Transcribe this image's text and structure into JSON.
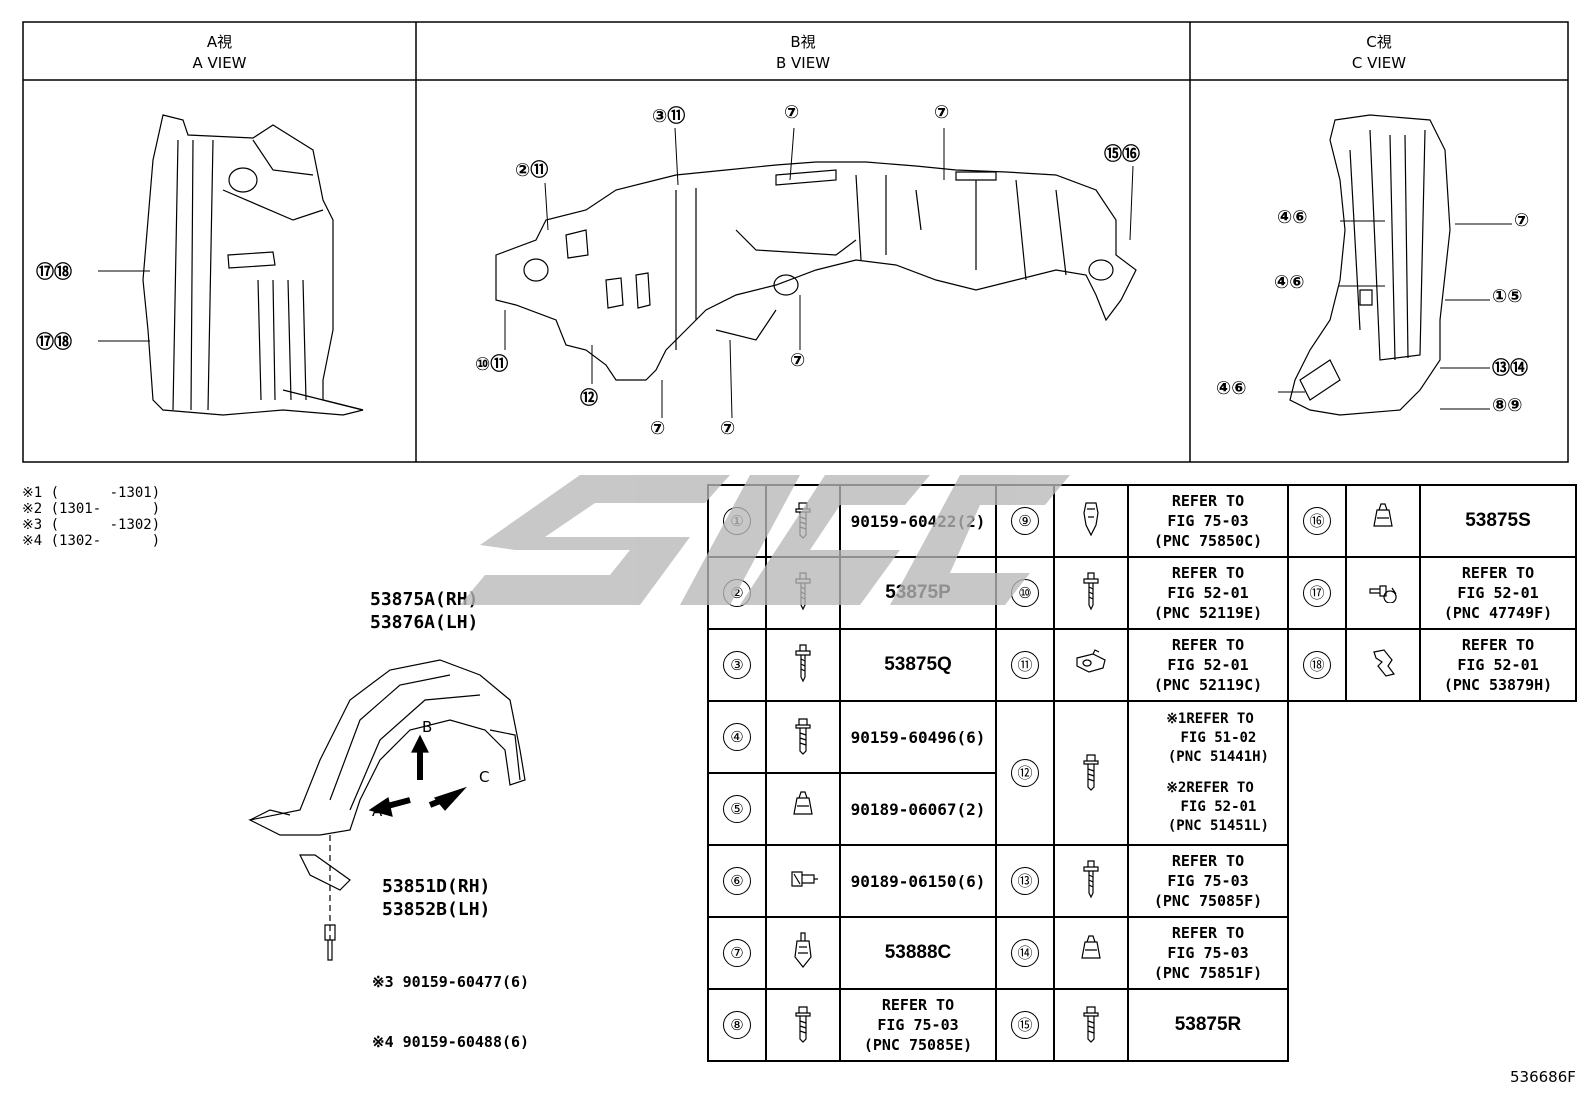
{
  "views": {
    "a": {
      "jp": "A視",
      "en": "A VIEW"
    },
    "b": {
      "jp": "B視",
      "en": "B VIEW"
    },
    "c": {
      "jp": "C視",
      "en": "C VIEW"
    }
  },
  "callouts_a": [
    "⑰⑱",
    "⑰⑱"
  ],
  "callouts_b": [
    "③⑪",
    "⑦",
    "⑦",
    "⑮⑯",
    "②⑪",
    "⑩⑪",
    "⑫",
    "⑦",
    "⑦",
    "⑦"
  ],
  "callouts_c": [
    "④⑥",
    "⑦",
    "④⑥",
    "①⑤",
    "⑬⑭",
    "④⑥",
    "⑧⑨"
  ],
  "notes": [
    "※1 (      -1301)",
    "※2 (1301-      )",
    "※3 (      -1302)",
    "※4 (1302-      )"
  ],
  "main_labels": {
    "liner_rh": "53875A(RH)",
    "liner_lh": "53876A(LH)",
    "seal_rh": "53851D(RH)",
    "seal_lh": "53852B(LH)",
    "bolt_3": "※3 90159-60477(6)",
    "bolt_4": "※4 90159-60488(6)",
    "arrow_a": "A",
    "arrow_b": "B",
    "arrow_c": "C"
  },
  "parts": [
    {
      "no": "①",
      "pn": "90159-60422(2)",
      "icon": "flange-bolt-icon"
    },
    {
      "no": "②",
      "pn": "53875P",
      "icon": "screw-icon"
    },
    {
      "no": "③",
      "pn": "53875Q",
      "icon": "screw-icon"
    },
    {
      "no": "④",
      "pn": "90159-60496(6)",
      "icon": "flange-bolt-icon"
    },
    {
      "no": "⑤",
      "pn": "90189-06067(2)",
      "icon": "nut-clip-icon"
    },
    {
      "no": "⑥",
      "pn": "90189-06150(6)",
      "icon": "grommet-icon"
    },
    {
      "no": "⑦",
      "pn": "53888C",
      "icon": "push-clip-icon"
    },
    {
      "no": "⑧",
      "ref": [
        "REFER TO",
        "FIG 75-03",
        "(PNC 75085E)"
      ],
      "icon": "flange-bolt-icon"
    },
    {
      "no": "⑨",
      "ref": [
        "REFER TO",
        "FIG 75-03",
        "(PNC 75850C)"
      ],
      "icon": "clip-icon"
    },
    {
      "no": "⑩",
      "ref": [
        "REFER TO",
        "FIG 52-01",
        "(PNC 52119E)"
      ],
      "icon": "screw-icon"
    },
    {
      "no": "⑪",
      "ref": [
        "REFER TO",
        "FIG 52-01",
        "(PNC 52119C)"
      ],
      "icon": "spring-nut-icon"
    },
    {
      "no": "⑫",
      "ref": [
        "※1REFER TO",
        "  FIG 51-02",
        "  (PNC 51441H)",
        "※2REFER TO",
        "  FIG 52-01",
        "  (PNC 51451L)"
      ],
      "icon": "flange-bolt-icon"
    },
    {
      "no": "⑬",
      "ref": [
        "REFER TO",
        "FIG 75-03",
        "(PNC 75085F)"
      ],
      "icon": "screw-icon"
    },
    {
      "no": "⑭",
      "ref": [
        "REFER TO",
        "FIG 75-03",
        "(PNC 75851F)"
      ],
      "icon": "nut-clip-icon"
    },
    {
      "no": "⑮",
      "pn": "53875R",
      "icon": "flange-bolt-icon"
    },
    {
      "no": "⑯",
      "pn": "53875S",
      "icon": "nut-clip-icon"
    },
    {
      "no": "⑰",
      "ref": [
        "REFER TO",
        "FIG 52-01",
        "(PNC 47749F)"
      ],
      "icon": "hose-clamp-icon"
    },
    {
      "no": "⑱",
      "ref": [
        "REFER TO",
        "FIG 52-01",
        "(PNC 53879H)"
      ],
      "icon": "spring-clip-icon"
    }
  ],
  "figure_code": "536686F"
}
